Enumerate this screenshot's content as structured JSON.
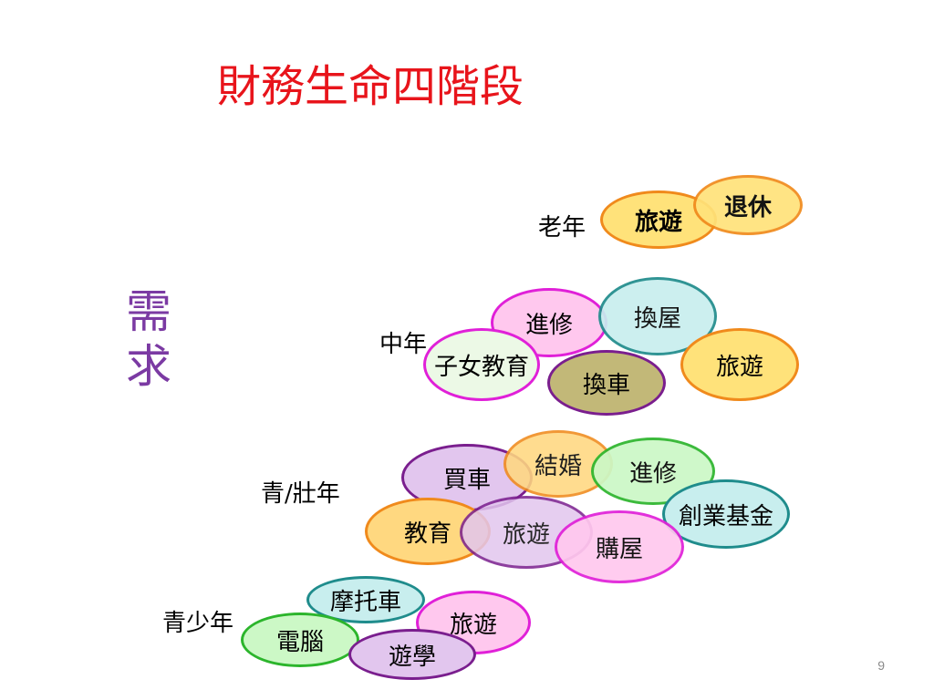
{
  "title": "財務生命四階段",
  "axis_label": {
    "line1": "需",
    "line2": "求"
  },
  "stages": {
    "senior": "老年",
    "middle": "中年",
    "adult": "青/壯年",
    "youth": "青少年"
  },
  "bubbles": {
    "senior_travel": "旅遊",
    "senior_retire": "退休",
    "middle_study": "進修",
    "middle_house": "換屋",
    "middle_children_edu": "子女教育",
    "middle_car": "換車",
    "middle_travel": "旅遊",
    "adult_buy_car": "買車",
    "adult_marriage": "結婚",
    "adult_study": "進修",
    "adult_startup_fund": "創業基金",
    "adult_education": "教育",
    "adult_travel": "旅遊",
    "adult_buy_house": "購屋",
    "youth_motorcycle": "摩托車",
    "youth_travel": "旅遊",
    "youth_computer": "電腦",
    "youth_study_abroad": "遊學"
  },
  "page_number": "9",
  "colors": {
    "title": "#e8141b",
    "axis_label": "#7b3aa3",
    "orange_border": "#f08a1c",
    "magenta_border": "#e020d8",
    "teal_border": "#1f8c8c",
    "purple_border": "#7a1e8e",
    "green_border": "#2cb52c",
    "olive_fill": "#c2b878",
    "yellow_fill": "#ffe27a",
    "pink_fill": "#ffc8ee",
    "cyan_fill": "#c8eeee",
    "lavender_fill": "#e2c6ee",
    "lightgreen_fill": "#ccf8c6",
    "mint_fill": "#ecf9e6",
    "lightorange_fill": "#ffd880"
  }
}
